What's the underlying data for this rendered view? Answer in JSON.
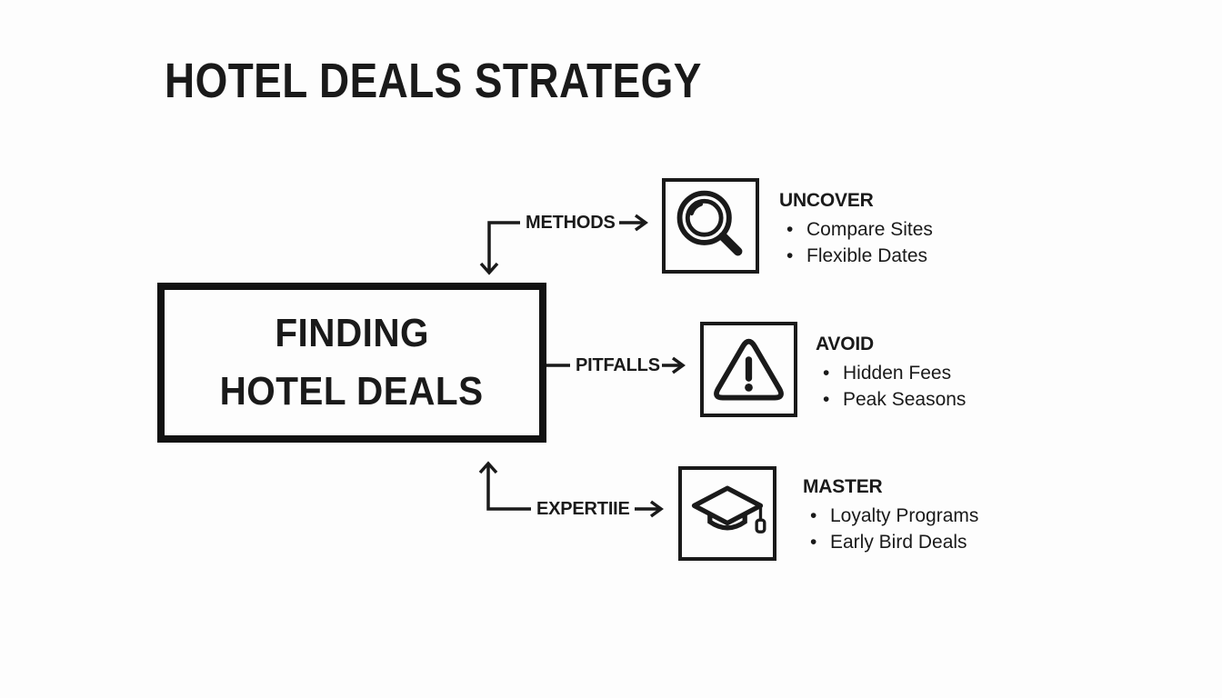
{
  "page": {
    "background_color": "#fdfdfd",
    "ink_color": "#1a1a1a"
  },
  "title": "HOTEL DEALS STRATEGY",
  "central_node": {
    "line1": "FINDING",
    "line2": "HOTEL DEALS"
  },
  "branches": [
    {
      "label": "METHODS",
      "icon": "search-icon",
      "heading": "UNCOVER",
      "bullets": [
        "Compare Sites",
        "Flexible Dates"
      ]
    },
    {
      "label": "PITFALLS",
      "icon": "warning-icon",
      "heading": "AVOID",
      "bullets": [
        "Hidden Fees",
        "Peak Seasons"
      ]
    },
    {
      "label": "EXPERTIIE",
      "icon": "graduation-cap-icon",
      "heading": "MASTER",
      "bullets": [
        "Loyalty Programs",
        "Early Bird Deals"
      ]
    }
  ]
}
